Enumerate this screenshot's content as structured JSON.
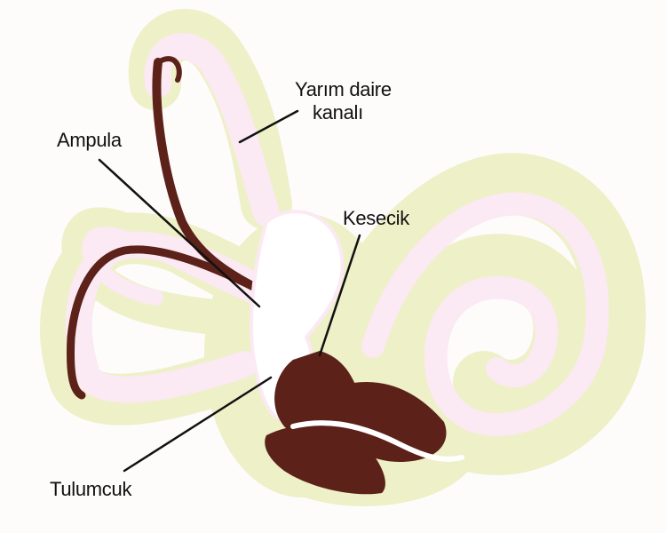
{
  "labels": {
    "semicircular_canal_line1": "Yarım daire",
    "semicircular_canal_line2": "kanalı",
    "ampulla": "Ampula",
    "saccule": "Kesecik",
    "utricle": "Tulumcuk"
  },
  "colors": {
    "background": "#fdfcfb",
    "outer_tissue": "#eef0c8",
    "canal_fill": "#fbe9f3",
    "canal_highlight": "#ffffff",
    "membrane_dark": "#5c2119",
    "leader_line": "#111111",
    "text": "#111111"
  }
}
